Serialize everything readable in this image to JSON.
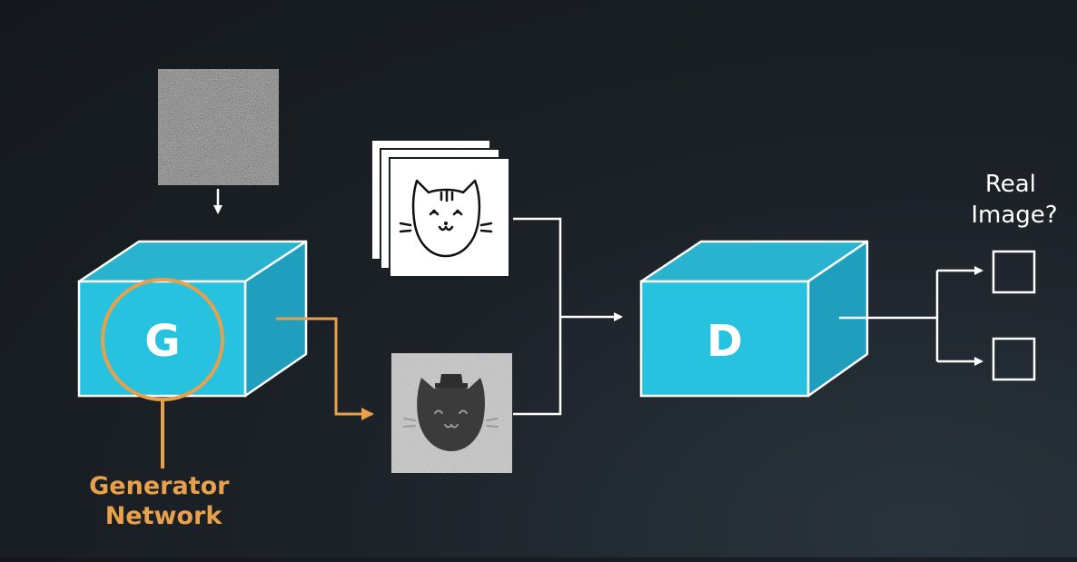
{
  "generator": {
    "letter": "G"
  },
  "discriminator": {
    "letter": "D"
  },
  "callout": {
    "line1": "Generator",
    "line2": "Network"
  },
  "output": {
    "line1": "Real",
    "line2": "Image?"
  },
  "colors": {
    "cube_front": "#27c2e0",
    "cube_top": "#2ab3cf",
    "cube_side": "#1f9fbd",
    "edge": "#ffffff",
    "accent": "#e8a04a",
    "arrow": "#ffffff"
  }
}
